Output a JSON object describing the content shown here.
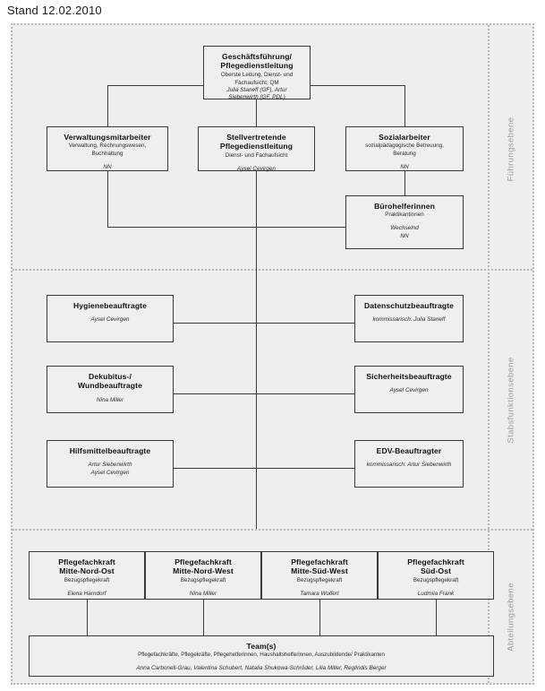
{
  "header": {
    "stand": "Stand 12.02.2010"
  },
  "bands": [
    {
      "id": "fuehrung",
      "label": "Führungsebene"
    },
    {
      "id": "stabs",
      "label": "Stabsfunktionsebene"
    },
    {
      "id": "abteilung",
      "label": "Abteilungsebene"
    }
  ],
  "colors": {
    "box_fill": "#efefef",
    "box_border": "#3a3a3a",
    "canvas_fill": "#eeeeee",
    "dotted_border": "#b8b8b8",
    "side_label": "#9a9a9a"
  },
  "nodes": {
    "geschaeftsfuehrung": {
      "title_line1": "Geschäftsführung/",
      "title_line2": "Pflegedienstleitung",
      "sub_line1": "Oberste Leitung, Dienst- und",
      "sub_line2": "Fachaufsicht; QM",
      "name_line1": "Julia Staneff (GF), Artur",
      "name_line2": "Siebenwirth (GF, PDL)"
    },
    "verwaltungsmitarbeiter": {
      "title_line1": "Verwaltungsmitarbeiter",
      "sub_line1": "Verwaltung, Rechnungswesen,",
      "sub_line2": "Buchhaltung",
      "name_line1": "NN"
    },
    "stellvertretende_pdl": {
      "title_line1": "Stellvertretende",
      "title_line2": "Pflegedienstleitung",
      "sub_line1": "Dienst- und Fachaufsicht",
      "name_line1": "Aysel Cevirgen"
    },
    "sozialarbeiter": {
      "title_line1": "Sozialarbeiter",
      "sub_line1": "sozialpädagogische Betreuung,",
      "sub_line2": "Beratung",
      "name_line1": "NN"
    },
    "buerohelferinnen": {
      "title_line1": "Bürohelferinnen",
      "sub_line1": "Praktikantinnen",
      "name_line1": "Wechselnd",
      "name_line2": "NN"
    },
    "hygienebeauftragte": {
      "title_line1": "Hygienebeauftragte",
      "name_line1": "Aysel Cevirgen"
    },
    "datenschutzbeauftragte": {
      "title_line1": "Datenschutzbeauftragte",
      "name_line1": "kommissarisch: Julia Staneff"
    },
    "dekubitus_wundbeauftragte": {
      "title_line1": "Dekubitus-/",
      "title_line2": "Wundbeauftragte",
      "name_line1": "Nina Miller"
    },
    "sicherheitsbeauftragte": {
      "title_line1": "Sicherheitsbeauftragte",
      "name_line1": "Aysel Cevirgen"
    },
    "hilfsmittelbeauftragte": {
      "title_line1": "Hilfsmittelbeauftragte",
      "name_line1": "Artur Siebenwirth",
      "name_line2": "Aysel Cevirgen"
    },
    "edv_beauftragter": {
      "title_line1": "EDV-Beauftragter",
      "name_line1": "kommissarisch: Artur Siebenwirth"
    },
    "pfk_mitte_nord_ost": {
      "title_line1": "Pflegefachkraft",
      "title_line2": "Mitte-Nord-Ost",
      "sub_line1": "Bezugspflegekraft",
      "name_line1": "Elena Harndorf"
    },
    "pfk_mitte_nord_west": {
      "title_line1": "Pflegefachkraft",
      "title_line2": "Mitte-Nord-West",
      "sub_line1": "Bezugspflegekraft",
      "name_line1": "Nina Miller"
    },
    "pfk_mitte_sued_west": {
      "title_line1": "Pflegefachkraft",
      "title_line2": "Mitte-Süd-West",
      "sub_line1": "Bezugspflegekraft",
      "name_line1": "Tamara Wulfert"
    },
    "pfk_sued_ost": {
      "title_line1": "Pflegefachkraft",
      "title_line2": "Süd-Ost",
      "sub_line1": "Bezugspflegekraft",
      "name_line1": "Ludmila Frank"
    },
    "teams": {
      "title_line1": "Team(s)",
      "sub_line1": "Pflegefachkräfte, Pflegekräfte, Pflegehelferinnen, Haushaltshelferinnen, Auszubildende/ Praktikanten",
      "name_line1": "Anna Carbonell-Grau, Valentina Schubert, Natalia Shukowa-Schröder, Lilia Miller, Reglindis Berger"
    }
  }
}
